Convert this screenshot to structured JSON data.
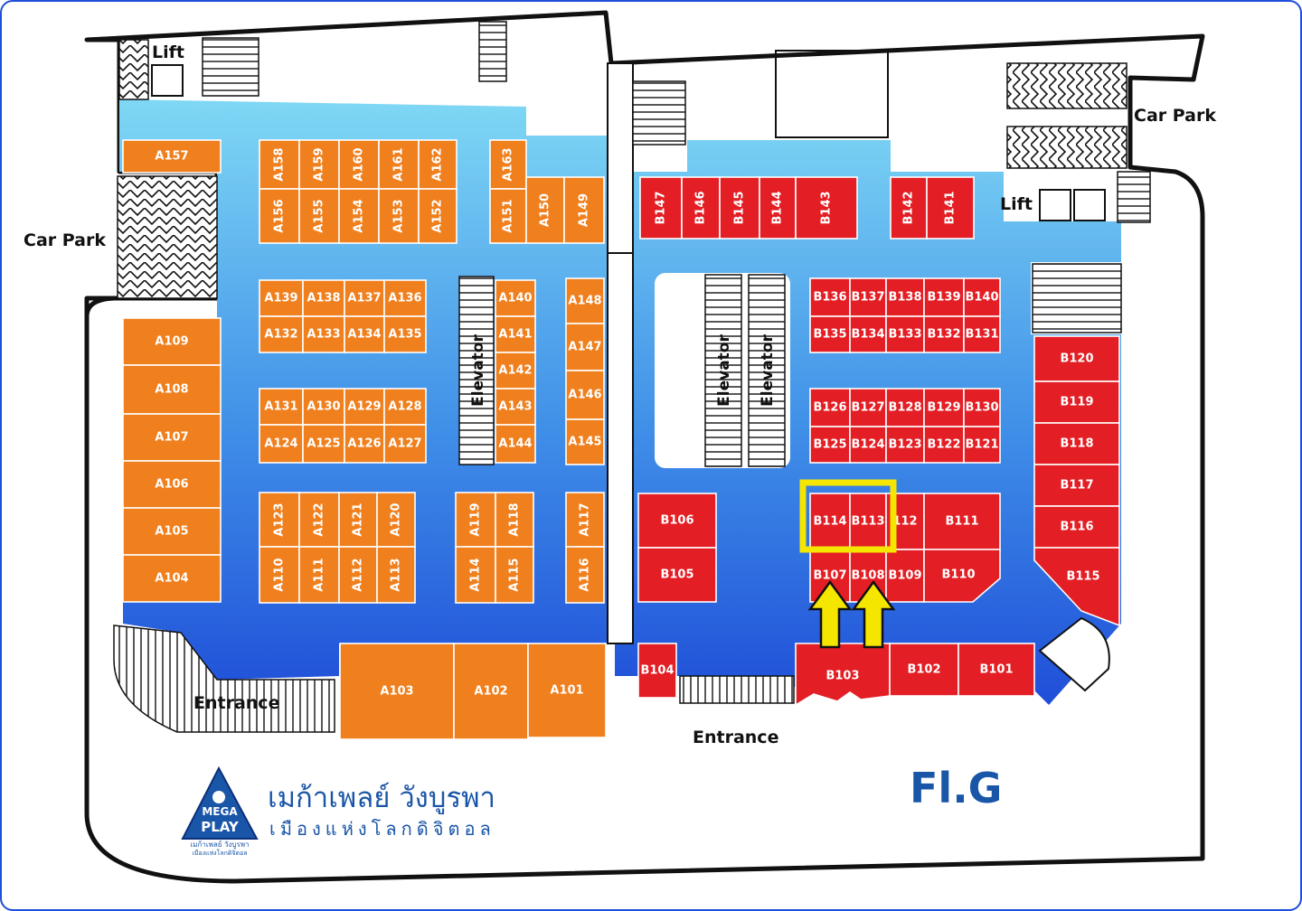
{
  "labels": {
    "car_park_left": "Car Park",
    "car_park_right": "Car Park",
    "lift_left": "Lift",
    "lift_right": "Lift",
    "entrance_left": "Entrance",
    "entrance_center": "Entrance",
    "floor": "Fl.G",
    "elevator": "Elevator"
  },
  "brand": {
    "name_th": "เมก้าเพลย์ วังบูรพา",
    "tagline_th": "เมืองแห่งโลกดิจิตอล",
    "logo_line1": "MEGA",
    "logo_line2": "PLAY",
    "logo_caption1": "เมก้าเพลย์ วังบูรพา",
    "logo_caption2": "เมืองแห่งโลกดิจิตอล",
    "color_blue": "#1a56a8",
    "color_orange": "#f07f1d",
    "color_red": "#e31e24"
  },
  "highlight": {
    "units": [
      "B114",
      "B113"
    ],
    "color": "#f5e600"
  },
  "units": [
    {
      "id": "A157",
      "zone": "a"
    },
    {
      "id": "A158",
      "zone": "a",
      "rot": true
    },
    {
      "id": "A159",
      "zone": "a",
      "rot": true
    },
    {
      "id": "A160",
      "zone": "a",
      "rot": true
    },
    {
      "id": "A161",
      "zone": "a",
      "rot": true
    },
    {
      "id": "A162",
      "zone": "a",
      "rot": true
    },
    {
      "id": "A156",
      "zone": "a",
      "rot": true
    },
    {
      "id": "A155",
      "zone": "a",
      "rot": true
    },
    {
      "id": "A154",
      "zone": "a",
      "rot": true
    },
    {
      "id": "A153",
      "zone": "a",
      "rot": true
    },
    {
      "id": "A152",
      "zone": "a",
      "rot": true
    },
    {
      "id": "A163",
      "zone": "a",
      "rot": true
    },
    {
      "id": "A151",
      "zone": "a",
      "rot": true
    },
    {
      "id": "A150",
      "zone": "a",
      "rot": true
    },
    {
      "id": "A149",
      "zone": "a",
      "rot": true
    },
    {
      "id": "A139",
      "zone": "a"
    },
    {
      "id": "A138",
      "zone": "a"
    },
    {
      "id": "A137",
      "zone": "a"
    },
    {
      "id": "A136",
      "zone": "a"
    },
    {
      "id": "A132",
      "zone": "a"
    },
    {
      "id": "A133",
      "zone": "a"
    },
    {
      "id": "A134",
      "zone": "a"
    },
    {
      "id": "A135",
      "zone": "a"
    },
    {
      "id": "A131",
      "zone": "a"
    },
    {
      "id": "A130",
      "zone": "a"
    },
    {
      "id": "A129",
      "zone": "a"
    },
    {
      "id": "A128",
      "zone": "a"
    },
    {
      "id": "A124",
      "zone": "a"
    },
    {
      "id": "A125",
      "zone": "a"
    },
    {
      "id": "A126",
      "zone": "a"
    },
    {
      "id": "A127",
      "zone": "a"
    },
    {
      "id": "A140",
      "zone": "a"
    },
    {
      "id": "A141",
      "zone": "a"
    },
    {
      "id": "A142",
      "zone": "a"
    },
    {
      "id": "A143",
      "zone": "a"
    },
    {
      "id": "A144",
      "zone": "a"
    },
    {
      "id": "A148",
      "zone": "a"
    },
    {
      "id": "A147",
      "zone": "a"
    },
    {
      "id": "A146",
      "zone": "a"
    },
    {
      "id": "A145",
      "zone": "a"
    },
    {
      "id": "A109",
      "zone": "a"
    },
    {
      "id": "A108",
      "zone": "a"
    },
    {
      "id": "A107",
      "zone": "a"
    },
    {
      "id": "A106",
      "zone": "a"
    },
    {
      "id": "A105",
      "zone": "a"
    },
    {
      "id": "A104",
      "zone": "a"
    },
    {
      "id": "A123",
      "zone": "a",
      "rot": true
    },
    {
      "id": "A122",
      "zone": "a",
      "rot": true
    },
    {
      "id": "A121",
      "zone": "a",
      "rot": true
    },
    {
      "id": "A120",
      "zone": "a",
      "rot": true
    },
    {
      "id": "A110",
      "zone": "a",
      "rot": true
    },
    {
      "id": "A111",
      "zone": "a",
      "rot": true
    },
    {
      "id": "A112",
      "zone": "a",
      "rot": true
    },
    {
      "id": "A113",
      "zone": "a",
      "rot": true
    },
    {
      "id": "A119",
      "zone": "a",
      "rot": true
    },
    {
      "id": "A118",
      "zone": "a",
      "rot": true
    },
    {
      "id": "A114",
      "zone": "a",
      "rot": true
    },
    {
      "id": "A115",
      "zone": "a",
      "rot": true
    },
    {
      "id": "A117",
      "zone": "a",
      "rot": true
    },
    {
      "id": "A116",
      "zone": "a",
      "rot": true
    },
    {
      "id": "A103",
      "zone": "a"
    },
    {
      "id": "A102",
      "zone": "a"
    },
    {
      "id": "A101",
      "zone": "a"
    },
    {
      "id": "B147",
      "zone": "b",
      "rot": true
    },
    {
      "id": "B146",
      "zone": "b",
      "rot": true
    },
    {
      "id": "B145",
      "zone": "b",
      "rot": true
    },
    {
      "id": "B144",
      "zone": "b",
      "rot": true
    },
    {
      "id": "B143",
      "zone": "b",
      "rot": true
    },
    {
      "id": "B142",
      "zone": "b",
      "rot": true
    },
    {
      "id": "B141",
      "zone": "b",
      "rot": true
    },
    {
      "id": "B136",
      "zone": "b"
    },
    {
      "id": "B137",
      "zone": "b"
    },
    {
      "id": "B138",
      "zone": "b"
    },
    {
      "id": "B139",
      "zone": "b"
    },
    {
      "id": "B140",
      "zone": "b"
    },
    {
      "id": "B135",
      "zone": "b"
    },
    {
      "id": "B134",
      "zone": "b"
    },
    {
      "id": "B133",
      "zone": "b"
    },
    {
      "id": "B132",
      "zone": "b"
    },
    {
      "id": "B131",
      "zone": "b"
    },
    {
      "id": "B126",
      "zone": "b"
    },
    {
      "id": "B127",
      "zone": "b"
    },
    {
      "id": "B128",
      "zone": "b"
    },
    {
      "id": "B129",
      "zone": "b"
    },
    {
      "id": "B130",
      "zone": "b"
    },
    {
      "id": "B125",
      "zone": "b"
    },
    {
      "id": "B124",
      "zone": "b"
    },
    {
      "id": "B123",
      "zone": "b"
    },
    {
      "id": "B122",
      "zone": "b"
    },
    {
      "id": "B121",
      "zone": "b"
    },
    {
      "id": "B120",
      "zone": "b"
    },
    {
      "id": "B119",
      "zone": "b"
    },
    {
      "id": "B118",
      "zone": "b"
    },
    {
      "id": "B117",
      "zone": "b"
    },
    {
      "id": "B116",
      "zone": "b"
    },
    {
      "id": "B115",
      "zone": "b"
    },
    {
      "id": "B114",
      "zone": "b"
    },
    {
      "id": "B113",
      "zone": "b"
    },
    {
      "id": "B112",
      "zone": "b"
    },
    {
      "id": "B111",
      "zone": "b"
    },
    {
      "id": "B107",
      "zone": "b"
    },
    {
      "id": "B108",
      "zone": "b"
    },
    {
      "id": "B109",
      "zone": "b"
    },
    {
      "id": "B110",
      "zone": "b"
    },
    {
      "id": "B106",
      "zone": "b"
    },
    {
      "id": "B105",
      "zone": "b"
    },
    {
      "id": "B104",
      "zone": "b"
    },
    {
      "id": "B103",
      "zone": "b"
    },
    {
      "id": "B102",
      "zone": "b"
    },
    {
      "id": "B101",
      "zone": "b"
    }
  ]
}
